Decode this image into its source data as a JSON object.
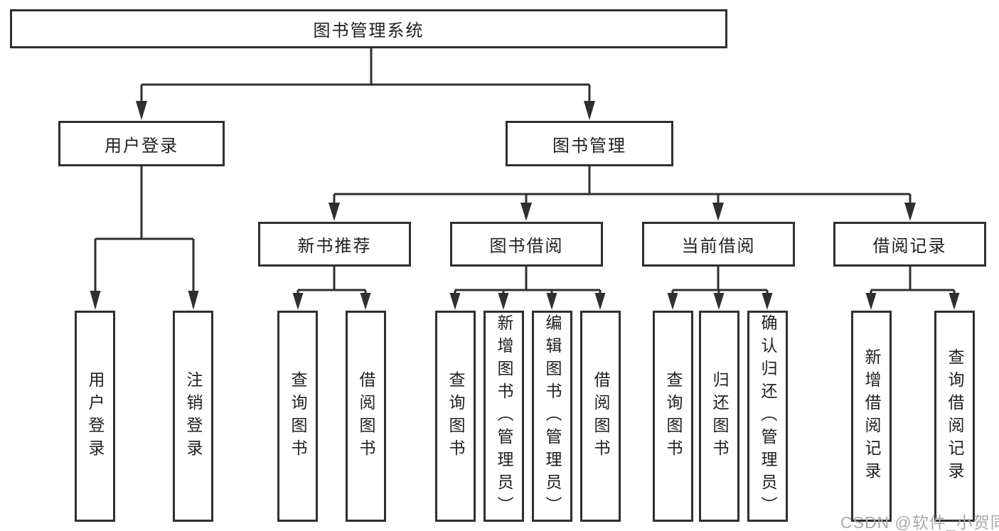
{
  "colors": {
    "line": "#2f2f2f",
    "box_background": "#ffffff",
    "watermark_text": "#a9a9a9"
  },
  "watermark": "CSDN @软件_小贺同学",
  "tree": {
    "root": {
      "label": "图书管理系统"
    },
    "level2": [
      {
        "label": "用户登录"
      },
      {
        "label": "图书管理"
      }
    ],
    "level3": [
      {
        "label": "新书推荐",
        "parent": "图书管理"
      },
      {
        "label": "图书借阅",
        "parent": "图书管理"
      },
      {
        "label": "当前借阅",
        "parent": "图书管理"
      },
      {
        "label": "借阅记录",
        "parent": "图书管理"
      }
    ],
    "leaves": [
      {
        "label": "用户登录",
        "parent": "用户登录"
      },
      {
        "label": "注销登录",
        "parent": "用户登录"
      },
      {
        "label": "查询图书",
        "parent": "新书推荐"
      },
      {
        "label": "借阅图书",
        "parent": "新书推荐"
      },
      {
        "label": "查询图书",
        "parent": "图书借阅"
      },
      {
        "label": "新增图书（管理员）",
        "parent": "图书借阅"
      },
      {
        "label": "编辑图书（管理员）",
        "parent": "图书借阅"
      },
      {
        "label": "借阅图书",
        "parent": "图书借阅"
      },
      {
        "label": "查询图书",
        "parent": "当前借阅"
      },
      {
        "label": "归还图书",
        "parent": "当前借阅"
      },
      {
        "label": "确认归还（管理员）",
        "parent": "当前借阅"
      },
      {
        "label": "新增借阅记录",
        "parent": "借阅记录"
      },
      {
        "label": "查询借阅记录",
        "parent": "借阅记录"
      }
    ]
  }
}
